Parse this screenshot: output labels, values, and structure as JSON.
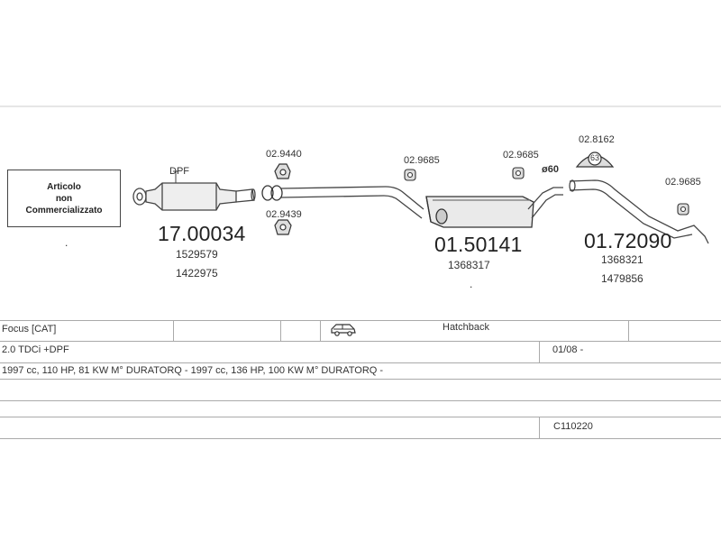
{
  "not_available_box": {
    "line1": "Articolo",
    "line2": "non",
    "line3": "Commercializzato"
  },
  "dot_marks": {
    "left": ".",
    "middle": "."
  },
  "parts": {
    "dpf_label": "DPF",
    "dpf_part_number": "17.00034",
    "dpf_ref1": "1529579",
    "dpf_ref2": "1422975",
    "clamp_top_label": "02.9440",
    "clamp_bottom_label": "02.9439",
    "mid_hanger_label": "02.9685",
    "mid_silencer_part_number": "01.50141",
    "mid_silencer_ref": "1368317",
    "right_hanger_label": "02.9685",
    "diameter_label": "ø60",
    "gasket_label": "02.8162",
    "gasket_number": "63",
    "rear_hanger_label": "02.9685",
    "rear_silencer_part_number": "01.72090",
    "rear_ref1": "1368321",
    "rear_ref2": "1479856"
  },
  "vehicle_table": {
    "model": "Focus  [CAT]",
    "body_icon": "car-icon",
    "body_type": "Hatchback",
    "engine": "2.0 TDCi +DPF",
    "date_from": "01/08 -",
    "specs": "1997 cc, 110 HP, 81 KW M° DURATORQ - 1997 cc, 136 HP, 100 KW M° DURATORQ -",
    "code": "C110220"
  },
  "colors": {
    "line": "#555555",
    "grid": "#aaaaaa"
  }
}
